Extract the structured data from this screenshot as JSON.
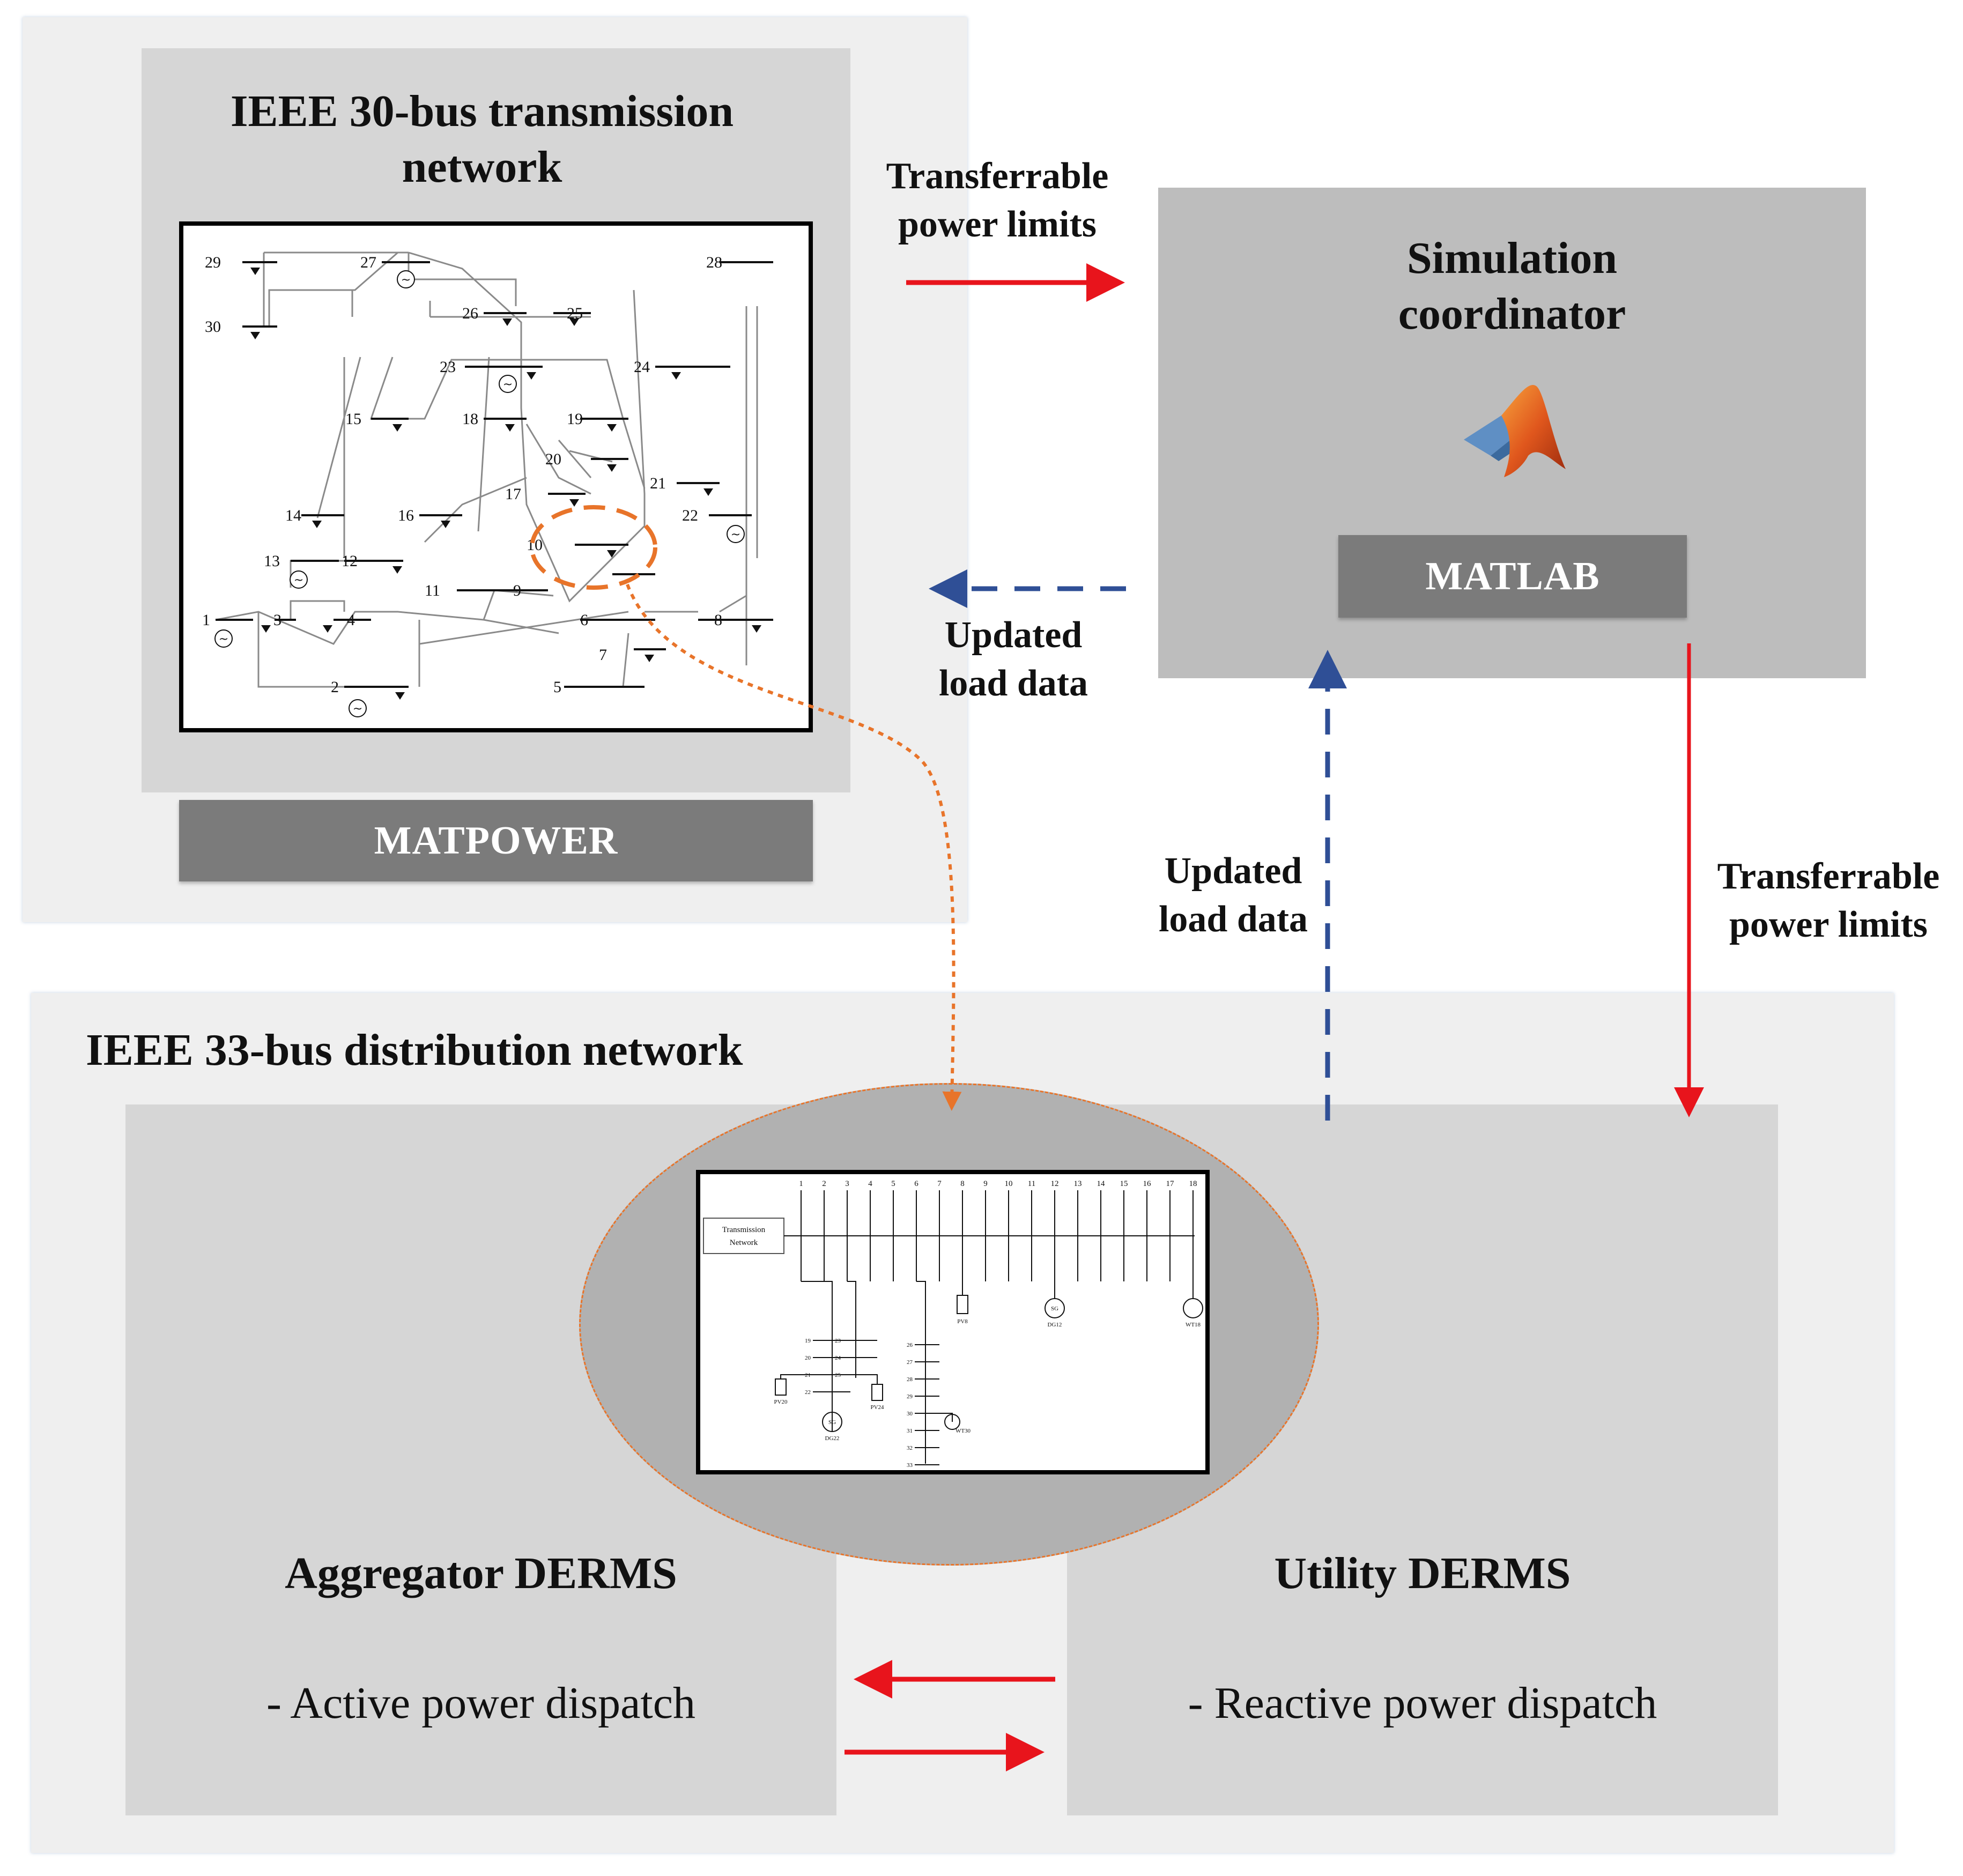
{
  "transmission": {
    "title_line1": "IEEE 30-bus transmission",
    "title_line2": "network",
    "tool_label": "MATPOWER",
    "bus_labels": [
      "1",
      "2",
      "3",
      "4",
      "5",
      "6",
      "7",
      "8",
      "9",
      "10",
      "11",
      "12",
      "13",
      "14",
      "15",
      "16",
      "17",
      "18",
      "19",
      "20",
      "21",
      "22",
      "23",
      "24",
      "25",
      "26",
      "27",
      "28",
      "29",
      "30"
    ]
  },
  "coordinator": {
    "title_line1": "Simulation",
    "title_line2": "coordinator",
    "tool_label": "MATLAB",
    "logo_icon": "matlab-logo-icon"
  },
  "arrows": {
    "top_right_label_line1": "Transferrable",
    "top_right_label_line2": "power limits",
    "top_left_label_line1": "Updated",
    "top_left_label_line2": "load data",
    "mid_up_label_line1": "Updated",
    "mid_up_label_line2": "load data",
    "right_down_label_line1": "Transferrable",
    "right_down_label_line2": "power limits"
  },
  "distribution": {
    "title": "IEEE 33-bus distribution network",
    "aggregator_title": "Aggregator DERMS",
    "aggregator_item": "- Active power dispatch",
    "utility_title": "Utility DERMS",
    "utility_item": "- Reactive power dispatch",
    "feeder_box_line1": "Transmission",
    "feeder_box_line2": "Network",
    "main_bus_labels": [
      "1",
      "2",
      "3",
      "4",
      "5",
      "6",
      "7",
      "8",
      "9",
      "10",
      "11",
      "12",
      "13",
      "14",
      "15",
      "16",
      "17",
      "18"
    ],
    "lateral_labels_a": [
      "19",
      "20",
      "21",
      "22"
    ],
    "lateral_labels_b": [
      "23",
      "24",
      "25"
    ],
    "lateral_labels_c": [
      "26",
      "27",
      "28",
      "29",
      "30",
      "31",
      "32",
      "33"
    ],
    "der_labels": {
      "pv8": "PV8",
      "dg12": "DG12",
      "wt18": "WT18",
      "pv20": "PV20",
      "pv24": "PV24",
      "dg22": "DG22",
      "wt30": "WT30",
      "sg": "SG"
    }
  },
  "colors": {
    "red_arrow": "#e8141c",
    "blue_arrow": "#2f4f96",
    "orange_link": "#e8742a"
  }
}
